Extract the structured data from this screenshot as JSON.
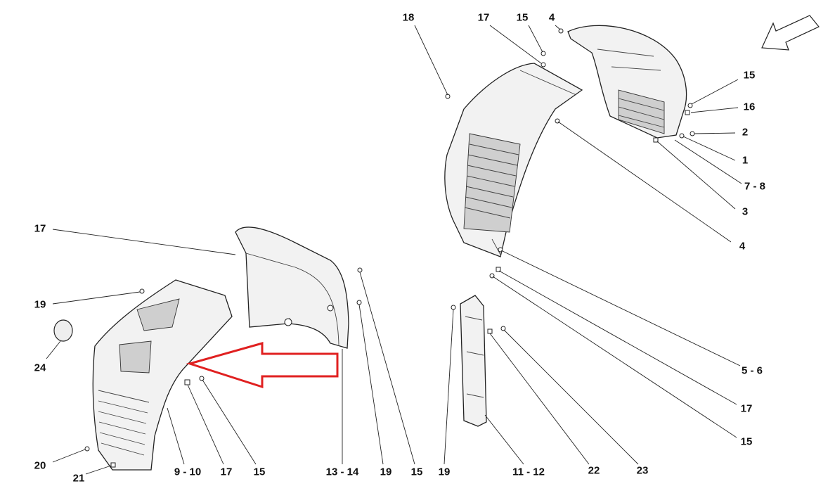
{
  "diagram": {
    "title": "Wheelhouse liners exploded parts diagram",
    "highlight_color": "#e02020",
    "callouts": [
      "18",
      "17",
      "15",
      "4",
      "15",
      "16",
      "2",
      "1",
      "7 - 8",
      "3",
      "4",
      "5 - 6",
      "17",
      "15",
      "17",
      "19",
      "24",
      "20",
      "21",
      "9 - 10",
      "17",
      "15",
      "13 - 14",
      "19",
      "15",
      "19",
      "11 - 12",
      "22",
      "23"
    ]
  }
}
